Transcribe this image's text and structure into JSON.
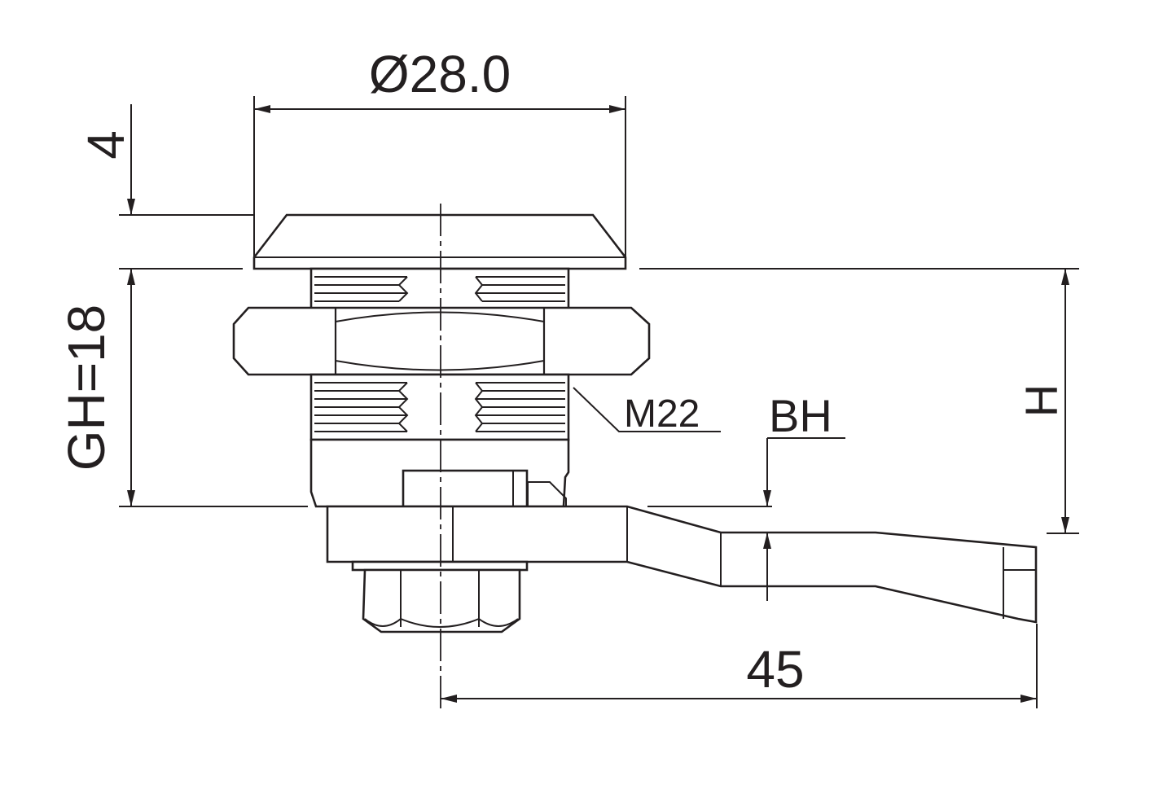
{
  "drawing": {
    "line_color": "#231f20",
    "background": "#ffffff",
    "dimensions": {
      "diameter": "Ø28.0",
      "head_height": "4",
      "grip_height": "GH=18",
      "thread": "M22",
      "cam_offset": "BH",
      "height": "H",
      "cam_length": "45"
    }
  }
}
